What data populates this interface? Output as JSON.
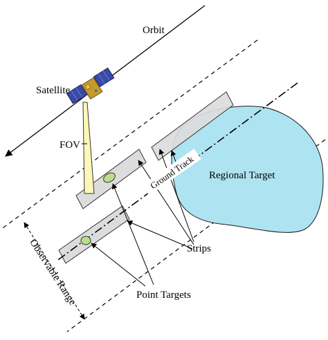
{
  "labels": {
    "orbit": "Orbit",
    "satellite": "Satellite",
    "fov": "FOV",
    "ground_track": "Ground Track",
    "regional_target": "Regional Target",
    "strips": "Strips",
    "observable_range": "Observable Range",
    "point_targets": "Point Targets"
  },
  "colors": {
    "strip_fill": "#dcdcdc",
    "region_fill": "#aee3f2",
    "target_fill": "#b7e08a",
    "fov_fill": "#fdf7b8",
    "satellite_panel": "#3a4aa8",
    "satellite_body": "#c89a2a"
  }
}
